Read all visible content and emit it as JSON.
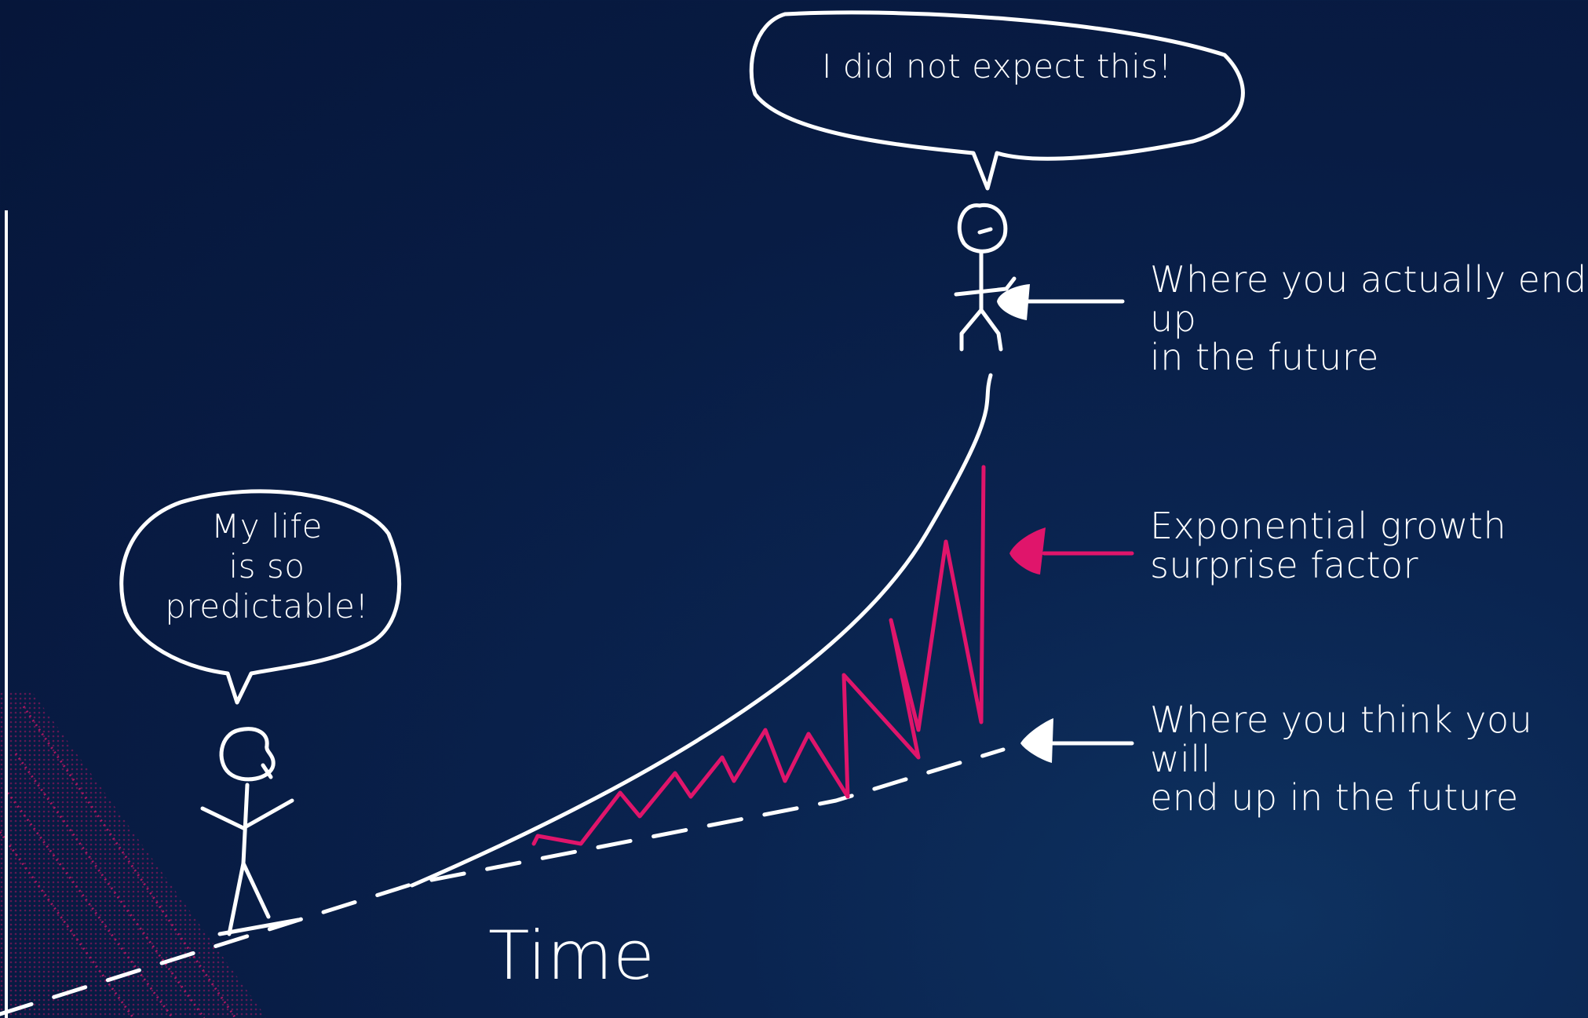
{
  "bubbles": {
    "top": "I did not expect this!",
    "bottom": "My life\nis so\npredictable!"
  },
  "labels": {
    "actual": "Where you actually end up\nin the future",
    "surprise": "Exponential growth\nsurprise factor",
    "expected": "Where you think you will\nend up in the future"
  },
  "axis": {
    "x_label": "Time"
  },
  "colors": {
    "background": "#081c44",
    "ink": "#ffffff",
    "accent": "#e0156b"
  }
}
